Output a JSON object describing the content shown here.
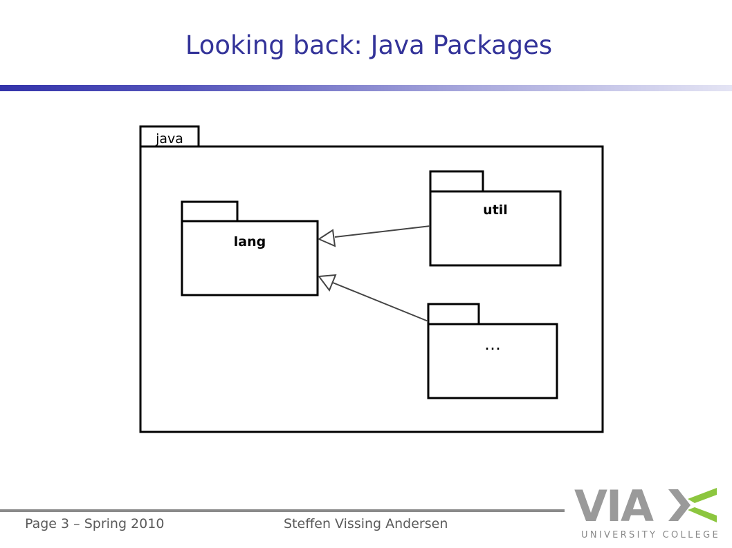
{
  "slide": {
    "title": "Looking back: Java Packages"
  },
  "diagram": {
    "outer_package": "java",
    "packages": [
      {
        "id": "lang",
        "label": "lang"
      },
      {
        "id": "util",
        "label": "util"
      },
      {
        "id": "other",
        "label": "…"
      }
    ],
    "dependencies": [
      {
        "from": "util",
        "to": "lang"
      },
      {
        "from": "other",
        "to": "lang"
      }
    ]
  },
  "footer": {
    "page": "Page 3 – Spring 2010",
    "author": "Steffen Vissing Andersen"
  },
  "logo": {
    "wordmark": "VIA",
    "subtitle": "UNIVERSITY COLLEGE",
    "colors": {
      "gray": "#9a9a9a",
      "green": "#8cc63f"
    }
  },
  "colors": {
    "title": "#333399",
    "rule": "#3333aa",
    "footer_text": "#5a5a5a"
  }
}
